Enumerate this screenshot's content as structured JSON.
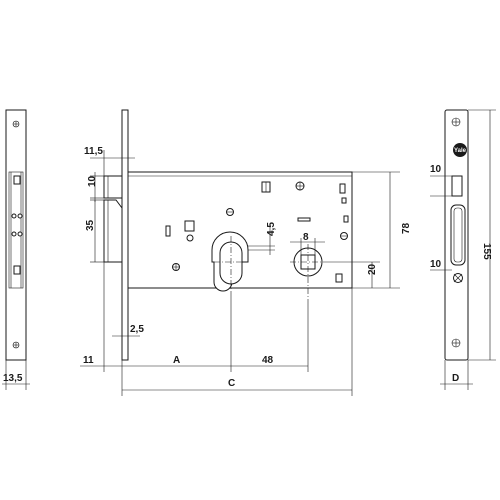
{
  "dimensions": {
    "d_11_5": "11,5",
    "d_10_top": "10",
    "d_35": "35",
    "d_4_5": "4,5",
    "d_8": "8",
    "d_78": "78",
    "d_20": "20",
    "d_2_5": "2,5",
    "d_11": "11",
    "d_A": "A",
    "d_48": "48",
    "d_C": "C",
    "d_13_5": "13,5",
    "d_10_right_top": "10",
    "d_10_right_bottom": "10",
    "d_155": "155",
    "d_D": "D"
  },
  "brand": {
    "logo_text": "Yale"
  }
}
